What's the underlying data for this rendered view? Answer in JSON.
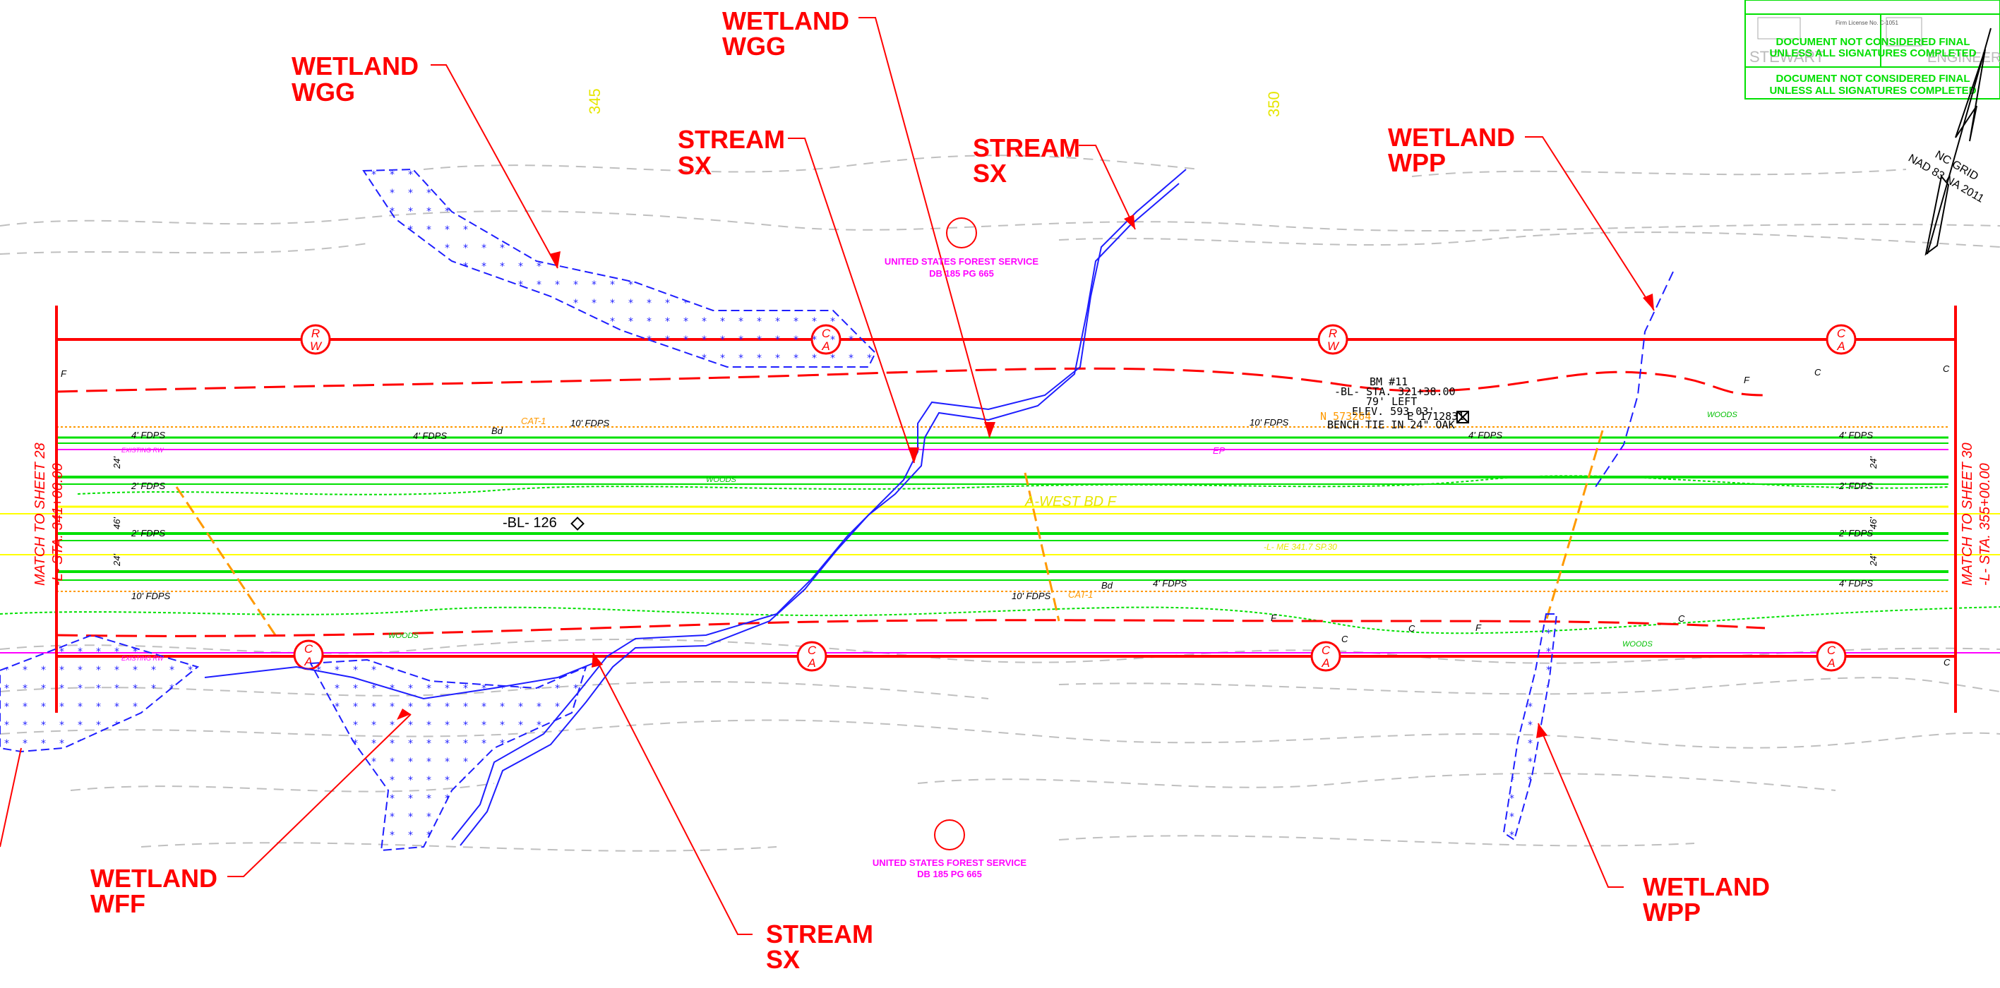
{
  "callouts": [
    {
      "line1": "WETLAND",
      "line2": "WGG"
    },
    {
      "line1": "WETLAND",
      "line2": "WGG"
    },
    {
      "line1": "STREAM",
      "line2": "SX"
    },
    {
      "line1": "STREAM",
      "line2": "SX"
    },
    {
      "line1": "WETLAND",
      "line2": "WPP"
    },
    {
      "line1": "WETLAND",
      "line2": "WFF"
    },
    {
      "line1": "STREAM",
      "line2": "SX"
    },
    {
      "line1": "WETLAND",
      "line2": "WPP"
    }
  ],
  "stations": {
    "st345": "345",
    "st350": "350"
  },
  "owners": {
    "top": {
      "name": "UNITED STATES FOREST SERVICE",
      "deed": "DB 185 PG 665"
    },
    "bottom": {
      "name": "UNITED STATES FOREST SERVICE",
      "deed": "DB 185 PG 665"
    }
  },
  "benchmark": {
    "lines": [
      "BM #11",
      "-BL- STA. 321+38.00",
      "79' LEFT",
      "ELEV. 593.03'",
      "BENCH TIE IN 24\" OAK"
    ],
    "northing": "N 573264",
    "easting": "E 1712831"
  },
  "baseline_label": "-BL- 126",
  "match_left": {
    "line1": "MATCH TO SHEET 28",
    "line2": "-L- STA. 341+00.00"
  },
  "match_right": {
    "line1": "MATCH TO SHEET 30",
    "line2": "-L- STA. 355+00.00"
  },
  "row_symbol": {
    "top": "R",
    "bottom": "W"
  },
  "ca_symbol": {
    "top": "C",
    "bottom": "A"
  },
  "dims": {
    "fdps4": "4' FDPS",
    "fdps10": "10' FDPS",
    "fdps2": "2' FDPS",
    "d24": "24'",
    "d46": "46'",
    "cat1": "CAT-1",
    "bd": "Bd",
    "woods": "WOODS",
    "existing_rw": "EXISTING RW",
    "f": "F",
    "c": "C",
    "ep": "EP",
    "mid_yellow": "A-WEST BD F",
    "mid_yellow2": "-L- ME 341.7 SP.30"
  },
  "title_block": {
    "notice1": "DOCUMENT NOT CONSIDERED FINAL",
    "notice2": "UNLESS ALL SIGNATURES COMPLETED",
    "firm": "STEWART",
    "firm2": "ENGINEERS",
    "license": "Firm License No. C-1051"
  },
  "north_arrow": {
    "line1": "NC GRID",
    "line2": "NAD 83 NA 2011"
  },
  "colors": {
    "callout": "#ff0000",
    "row": "#ff0000",
    "edge": "#00e000",
    "center": "#ffff00",
    "wetland": "#0000ff",
    "owner": "#ff00ff",
    "orange": "#ff9900",
    "contour": "#a0a0a0"
  }
}
